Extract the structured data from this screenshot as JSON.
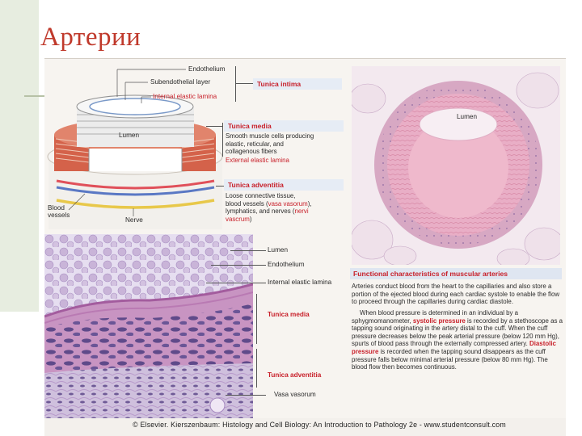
{
  "slide": {
    "title": "Артерии"
  },
  "diagram": {
    "labels": {
      "endothelium": "Endothelium",
      "subendothelial": "Subendothelial layer",
      "internal_elastic": "Internal elastic lamina",
      "lumen": "Lumen",
      "blood_vessels": "Blood\nvessels",
      "nerve": "Nerve"
    },
    "tunica_intima": {
      "title": "Tunica intima"
    },
    "tunica_media": {
      "title": "Tunica media",
      "text": "Smooth muscle cells producing\nelastic, reticular, and\ncollagenous fibers",
      "extra": "External elastic lamina"
    },
    "tunica_adventitia": {
      "title": "Tunica adventitia",
      "text_plain1": "Loose connective tissue,\nblood vessels (",
      "text_red1": "vasa vasorum",
      "text_plain2": "),\nlymphatics, and nerves (",
      "text_red2": "nervi\nvascrum",
      "text_plain3": ")"
    }
  },
  "micrograph_top": {
    "label": "Lumen"
  },
  "micrograph_bottom": {
    "labels": {
      "lumen": "Lumen",
      "endothelium": "Endothelium",
      "internal_elastic": "Internal elastic lamina",
      "tunica_media": "Tunica media",
      "tunica_adventitia": "Tunica adventitia",
      "vasa_vasorum": "Vasa vasorum"
    }
  },
  "functional": {
    "title": "Functional characteristics of muscular arteries",
    "p1": "Arteries conduct blood from the heart to the capillaries and also store a portion of the ejected blood during each cardiac systole to enable the flow to proceed through the capillaries during cardiac diastole.",
    "p2_a": "When blood pressure is determined in an individual by a sphygmomanometer, ",
    "p2_red1": "systolic pressure",
    "p2_b": " is recorded by a stethoscope as a tapping sound originating in the artery distal to the cuff. When the cuff pressure decreases below the peak arterial pressure (below 120 mm Hg), spurts of blood pass through the externally compressed artery. ",
    "p2_red2": "Diastolic pressure",
    "p2_c": " is recorded when the tapping sound disappears as the cuff pressure falls below minimal arterial pressure (below 80 mm Hg). The blood flow then becomes continuous."
  },
  "credit": "© Elsevier. Kierszenbaum: Histology and Cell Biology: An Introduction to Pathology 2e - www.studentconsult.com",
  "colors": {
    "title": "#c0392b",
    "accent_red": "#c8202a",
    "header_bg": "#e6ecf5"
  }
}
